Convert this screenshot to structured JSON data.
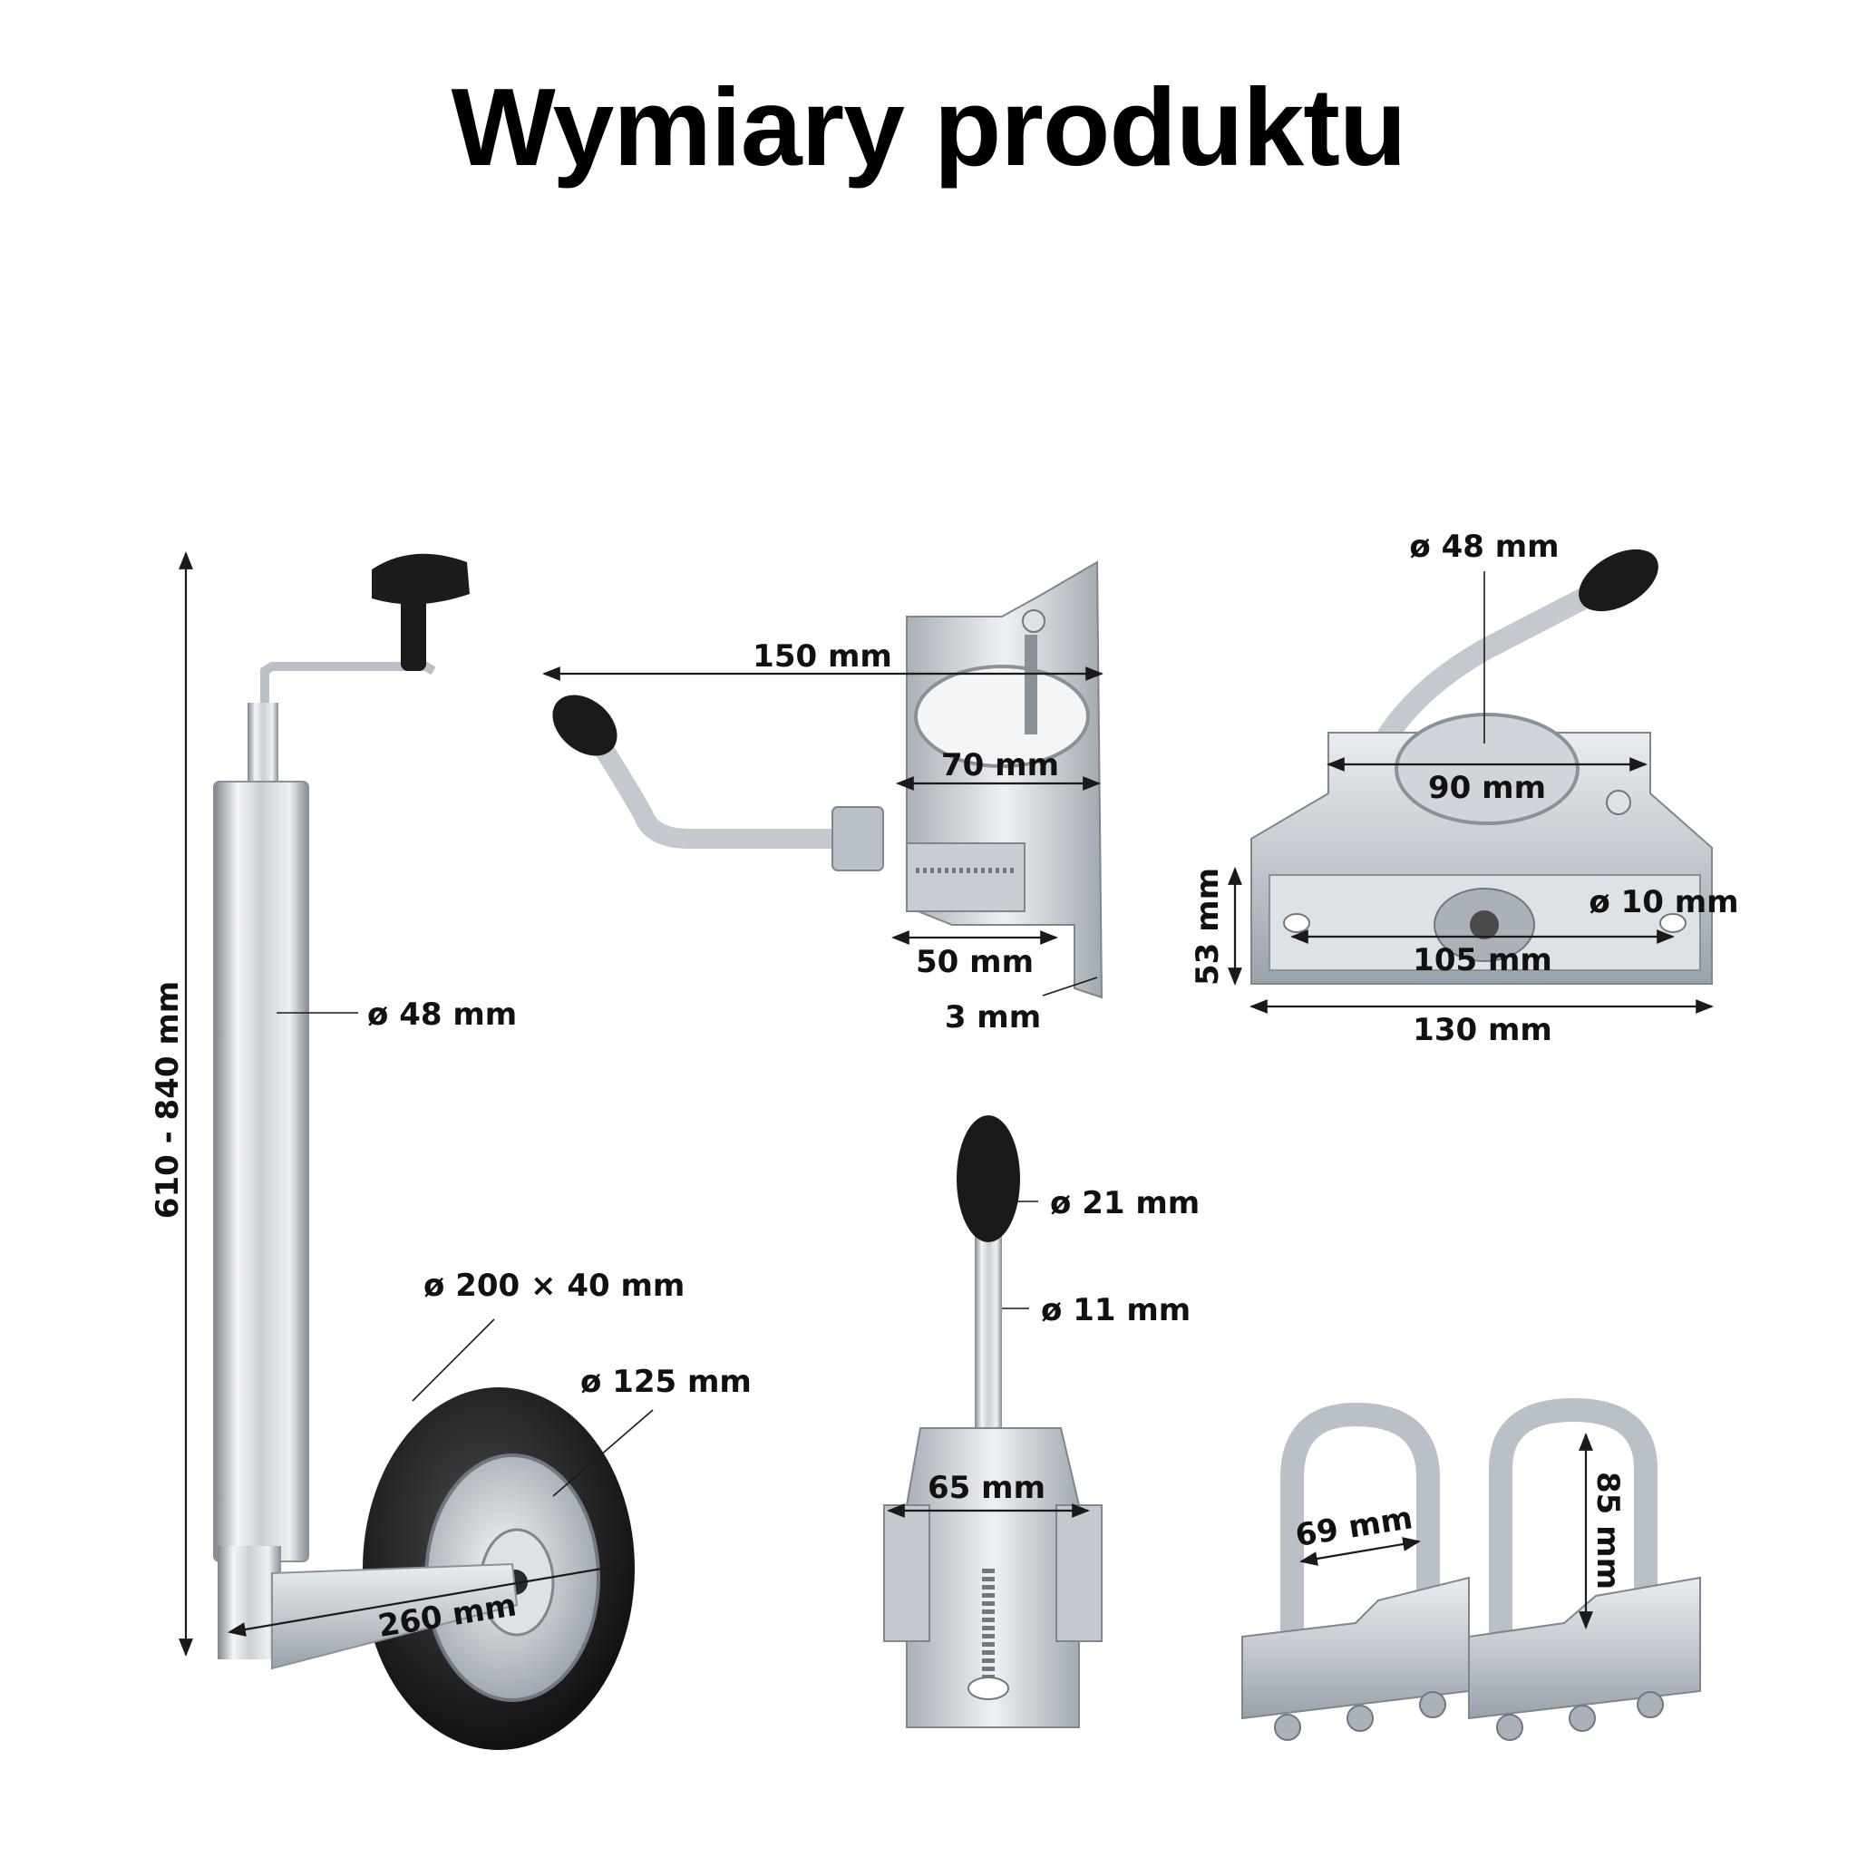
{
  "title": "Wymiary produktu",
  "colors": {
    "steel_light": "#eef1f4",
    "steel_mid": "#b9c0c7",
    "steel_dark": "#6f7780",
    "rubber": "#1a1a1a",
    "text": "#111111"
  },
  "jack": {
    "height": "610 - 840 mm",
    "tube_diameter": "ø 48 mm",
    "wheel_size": "ø 200 × 40 mm",
    "rim_diameter": "ø 125 mm",
    "length": "260 mm"
  },
  "clamp_side": {
    "length": "150 mm",
    "inner_width": "70 mm",
    "base_width": "50 mm",
    "thickness": "3 mm"
  },
  "clamp_front": {
    "bore_diameter": "ø 48 mm",
    "opening_width": "90 mm",
    "height": "53 mm",
    "hole_diameter": "ø 10 mm",
    "hole_spacing": "105 mm",
    "plate_width": "130 mm"
  },
  "clamp_handle": {
    "grip_diameter": "ø 21 mm",
    "rod_diameter": "ø 11 mm",
    "body_width": "65 mm"
  },
  "u_bolts": {
    "inner_width": "69 mm",
    "inner_height": "85 mm"
  }
}
